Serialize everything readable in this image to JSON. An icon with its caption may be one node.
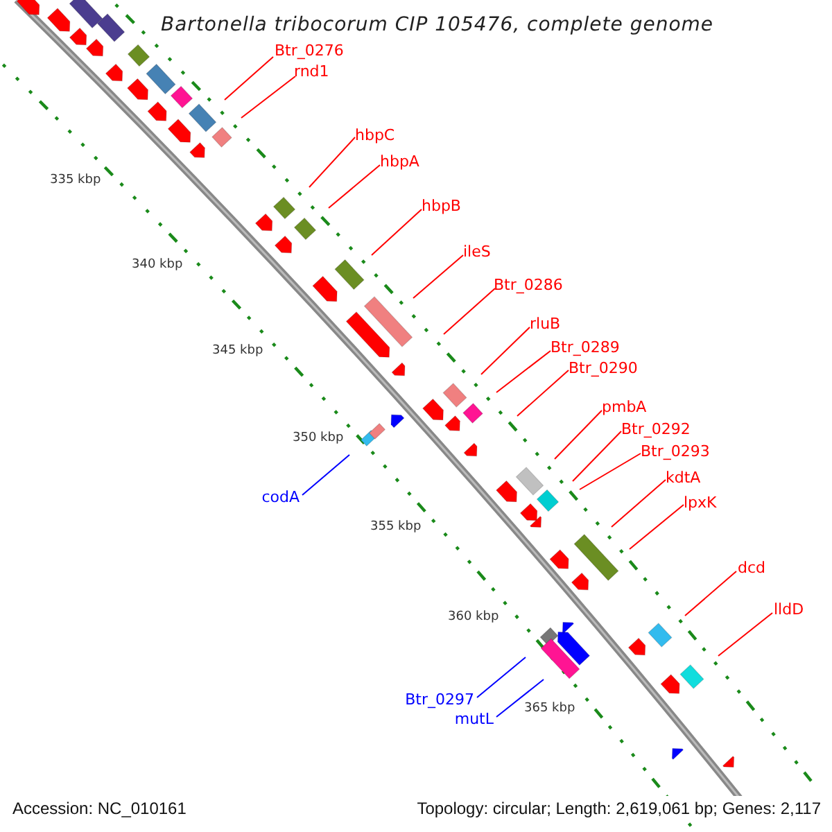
{
  "diagram": {
    "title": "Bartonella tribocorum CIP 105476, complete genome",
    "nodes": [
      {
        "text": [
          "Btr_0276"
        ]
      },
      {
        "text": [
          "rnd1"
        ]
      },
      {
        "text": [
          "hbpC"
        ]
      },
      {
        "text": [
          "hbpA"
        ]
      },
      {
        "text": [
          "hbpB"
        ]
      },
      {
        "text": [
          "ileS"
        ]
      },
      {
        "text": [
          "Btr_0286"
        ]
      },
      {
        "text": [
          "rluB"
        ]
      },
      {
        "text": [
          "Btr_0289"
        ]
      },
      {
        "text": [
          "Btr_0290"
        ]
      },
      {
        "text": [
          "pmbA"
        ]
      },
      {
        "text": [
          "Btr_0292"
        ]
      },
      {
        "text": [
          "Btr_0293"
        ]
      },
      {
        "text": [
          "kdtA"
        ]
      },
      {
        "text": [
          "lpxK"
        ]
      },
      {
        "text": [
          "dcd"
        ]
      },
      {
        "text": [
          "lldD"
        ]
      },
      {
        "text": [
          "codA"
        ]
      },
      {
        "text": [
          "Btr_0297"
        ]
      },
      {
        "text": [
          "mutL"
        ]
      }
    ],
    "edges": [
      {
        "from": 0,
        "to": null,
        "arrow": "none"
      },
      {
        "from": 1,
        "to": null,
        "arrow": "none"
      },
      {
        "from": 2,
        "to": null,
        "arrow": "none"
      },
      {
        "from": 3,
        "to": null,
        "arrow": "none"
      },
      {
        "from": 4,
        "to": null,
        "arrow": "none"
      },
      {
        "from": 5,
        "to": null,
        "arrow": "none"
      },
      {
        "from": 6,
        "to": null,
        "arrow": "none"
      },
      {
        "from": 7,
        "to": null,
        "arrow": "none"
      },
      {
        "from": 8,
        "to": null,
        "arrow": "none"
      },
      {
        "from": 9,
        "to": null,
        "arrow": "none"
      },
      {
        "from": 10,
        "to": null,
        "arrow": "none"
      },
      {
        "from": 11,
        "to": null,
        "arrow": "none"
      },
      {
        "from": 12,
        "to": null,
        "arrow": "none"
      },
      {
        "from": 13,
        "to": null,
        "arrow": "none"
      },
      {
        "from": 14,
        "to": null,
        "arrow": "none"
      },
      {
        "from": 15,
        "to": null,
        "arrow": "none"
      },
      {
        "from": 16,
        "to": null,
        "arrow": "none"
      },
      {
        "from": 17,
        "to": null,
        "arrow": "none",
        "color": "#0000ff"
      },
      {
        "from": 18,
        "to": null,
        "arrow": "none",
        "color": "#0000ff"
      },
      {
        "from": 19,
        "to": null,
        "arrow": "none",
        "color": "#0000ff"
      }
    ],
    "labels": [
      "335 kbp",
      "340 kbp",
      "345 kbp",
      "350 kbp",
      "355 kbp",
      "360 kbp",
      "365 kbp",
      "Accession: NC_010161",
      "Topology: circular; Length: 2,619,061 bp; Genes: 2,117"
    ]
  }
}
